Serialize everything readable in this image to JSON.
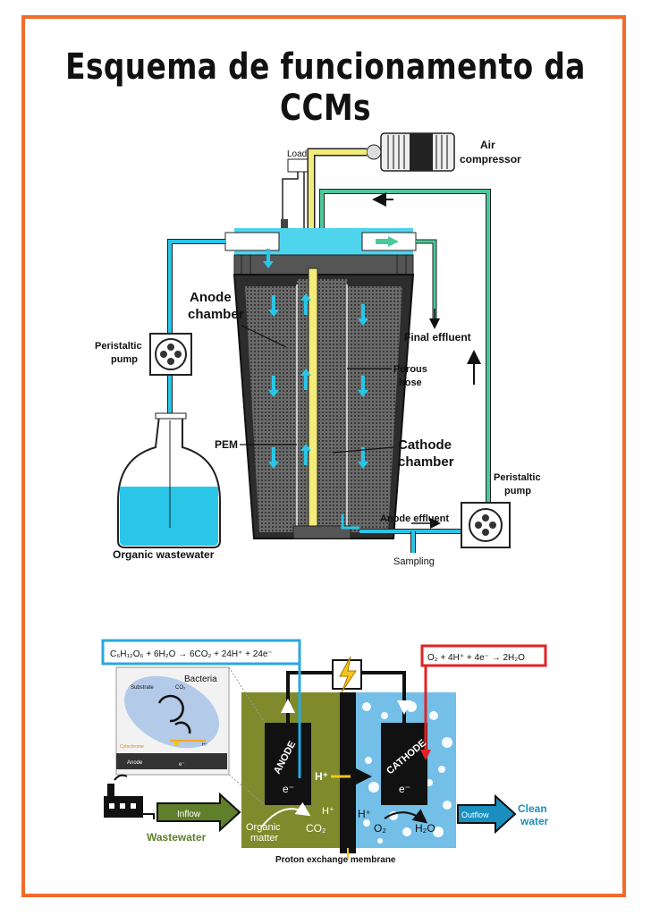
{
  "title": "Esquema de funcionamento da CCMs",
  "top_diagram": {
    "load": "Load",
    "air_compressor": [
      "Air",
      "compressor"
    ],
    "anode_chamber": [
      "Anode",
      "chamber"
    ],
    "peristaltic_pump_left": [
      "Peristaltic",
      "pump"
    ],
    "final_effluent": "Final effluent",
    "porous_hose": [
      "Porous",
      "hose"
    ],
    "pem": "PEM",
    "cathode_chamber": [
      "Cathode",
      "chamber"
    ],
    "peristaltic_pump_right": [
      "Peristaltic",
      "pump"
    ],
    "anode_effluent": "Anode effluent",
    "sampling": "Sampling",
    "organic_wastewater": "Organic wastewater"
  },
  "bottom_diagram": {
    "anode_equation": "C₆H₁₂O₆ + 6H₂O → 6CO₂ + 24H⁺ + 24e⁻",
    "cathode_equation": "O₂ + 4H⁺ + 4e⁻ → 2H₂O",
    "inset": {
      "substrate": "Substrate",
      "co2": "CO₂",
      "bacteria": "Bacteria",
      "cytochrome": "Cytochrome",
      "hplus": "H⁺",
      "anode": "Anode",
      "eminus": "e⁻"
    },
    "anode_label": "ANODE",
    "cathode_label": "CATHODE",
    "hplus": "H⁺",
    "eminus": "e⁻",
    "organic_matter": [
      "Organic",
      "matter"
    ],
    "co2": "CO₂",
    "o2": "O₂",
    "h2o": "H₂O",
    "inflow": "Inflow",
    "wastewater": "Wastewater",
    "outflow": "Outflow",
    "clean_water": [
      "Clean",
      "water"
    ],
    "membrane": "Proton exchange membrane"
  },
  "colors": {
    "frame": "#f26b2a",
    "water": "#29c6e8",
    "pipe_green": "#4cc99a",
    "pipe_yellow": "#f3eb7a",
    "anode_olive": "#7f8a2c",
    "cathode_blue": "#74bfe8",
    "inflow_green": "#5f7f2a",
    "outflow_blue": "#1a8fc0",
    "equation_blue": "#2aa7e0",
    "equation_red": "#e02424"
  }
}
